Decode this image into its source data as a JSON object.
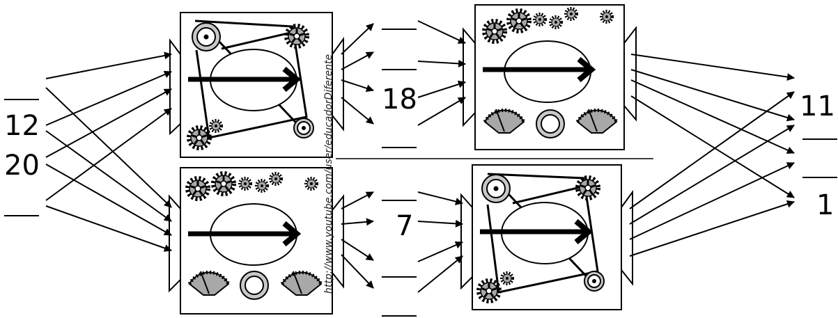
{
  "inputs": {
    "slot1": "",
    "slot2": "12",
    "slot3": "20",
    "slot4": ""
  },
  "middle_top": {
    "slot1": "",
    "slot2": "",
    "slot3": "18",
    "slot4": ""
  },
  "middle_bottom": {
    "slot1": "",
    "slot2": "7",
    "slot3": "",
    "slot4": ""
  },
  "outputs": {
    "slot1": "11",
    "slot2": "",
    "slot3": "",
    "slot4": "1"
  },
  "watermark": "http://www.youtube.com/user/educadorDiferente",
  "colors": {
    "gear_fill": "#a8a8a8",
    "line": "#000000",
    "background": "#ffffff"
  }
}
